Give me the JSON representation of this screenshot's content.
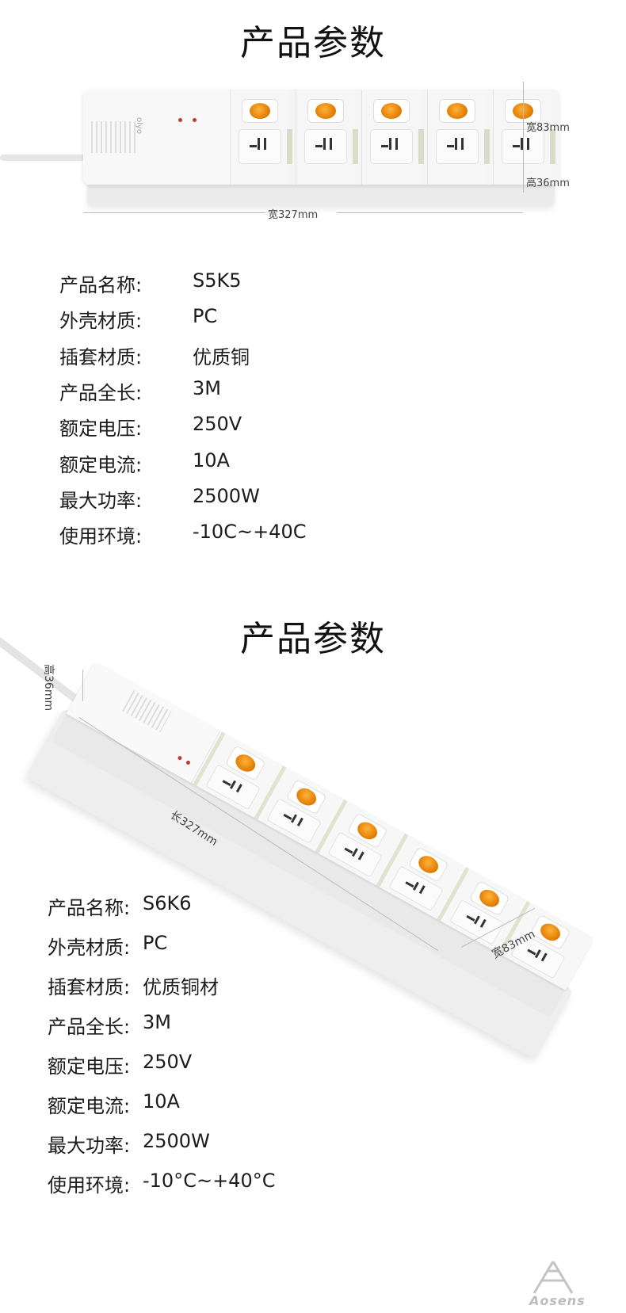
{
  "section1": {
    "title": "产品参数",
    "dimensions": {
      "width": "宽327mm",
      "depth": "宽83mm",
      "height": "高36mm"
    },
    "specs": [
      {
        "label": "产品名称:",
        "value": "S5K5"
      },
      {
        "label": "外壳材质:",
        "value": "PC"
      },
      {
        "label": "插套材质:",
        "value": "优质铜"
      },
      {
        "label": "产品全长:",
        "value": "3M"
      },
      {
        "label": "额定电压:",
        "value": "250V"
      },
      {
        "label": "额定电流:",
        "value": "10A"
      },
      {
        "label": "最大功率:",
        "value": "2500W"
      },
      {
        "label": "使用环境:",
        "value": "-10C~+40C"
      }
    ]
  },
  "section2": {
    "title": "产品参数",
    "dimensions": {
      "height": "高36mm",
      "length": "长327mm",
      "width": "宽83mm"
    },
    "specs": [
      {
        "label": "产品名称:",
        "value": "S6K6"
      },
      {
        "label": "外壳材质:",
        "value": "PC"
      },
      {
        "label": "插套材质:",
        "value": "优质铜材"
      },
      {
        "label": "产品全长:",
        "value": "3M"
      },
      {
        "label": "额定电压:",
        "value": "250V"
      },
      {
        "label": "额定电流:",
        "value": "10A"
      },
      {
        "label": "最大功率:",
        "value": "2500W"
      },
      {
        "label": "使用环境:",
        "value": "-10°C~+40°C"
      }
    ]
  },
  "brand": {
    "logo_text": "olyo",
    "watermark_text": "Aosens"
  },
  "colors": {
    "switch": "#f08c00",
    "body": "#f5f5f5",
    "indicator": "#c0392b"
  }
}
